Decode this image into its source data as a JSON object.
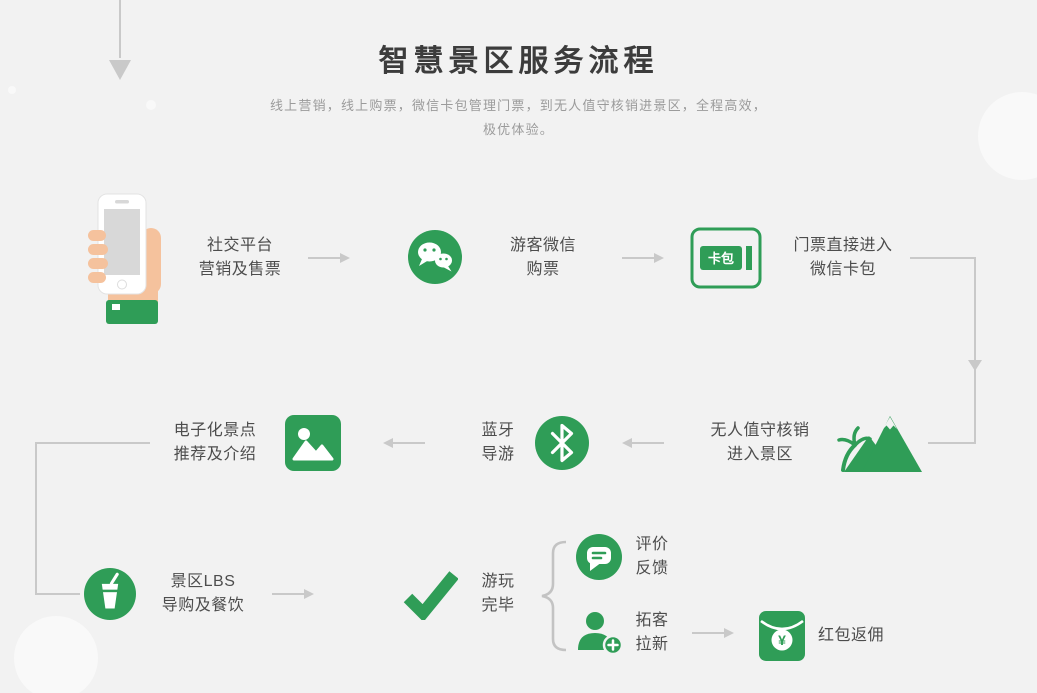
{
  "page": {
    "title": "智慧景区服务流程",
    "subtitle": "线上营销，线上购票，微信卡包管理门票，到无人值守核销进景区，全程高效，\n极优体验。"
  },
  "steps": {
    "social": {
      "label": "社交平台\n营销及售票"
    },
    "wechat_buy": {
      "label": "游客微信\n购票"
    },
    "card_pack": {
      "label": "门票直接进入\n微信卡包",
      "card_text": "卡包"
    },
    "unmanned": {
      "label": "无人值守核销\n进入景区"
    },
    "bluetooth": {
      "label": "蓝牙\n导游"
    },
    "escenic": {
      "label": "电子化景点\n推荐及介绍"
    },
    "lbs": {
      "label": "景区LBS\n导购及餐饮"
    },
    "done": {
      "label": "游玩\n完毕"
    },
    "review": {
      "label": "评价\n反馈"
    },
    "referral": {
      "label": "拓客\n拉新"
    },
    "redpacket": {
      "label": "红包返佣",
      "symbol": "¥"
    }
  },
  "colors": {
    "green": "#2f9d57",
    "line": "#c9c9c9",
    "title_text": "#3c3c3c",
    "subtitle_text": "#9b9b9b",
    "label_text": "#4d4d4d",
    "background": "#f2f2f2",
    "skin": "#f5c29d",
    "phone_screen": "#d8d8d8"
  }
}
